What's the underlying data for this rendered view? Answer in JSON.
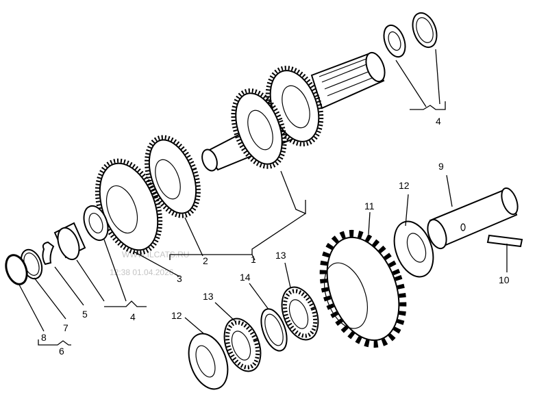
{
  "labels": {
    "l1": "1",
    "l2": "2",
    "l3": "3",
    "l4a": "4",
    "l4b": "4",
    "l5": "5",
    "l6": "6",
    "l7": "7",
    "l8": "8",
    "l9": "9",
    "l10": "10",
    "l11": "11",
    "l12a": "12",
    "l12b": "12",
    "l13a": "13",
    "l13b": "13",
    "l14": "14"
  },
  "watermark": {
    "site": "WWW.ILCATS.RU",
    "stamp": "12:38 01.04.2026"
  }
}
